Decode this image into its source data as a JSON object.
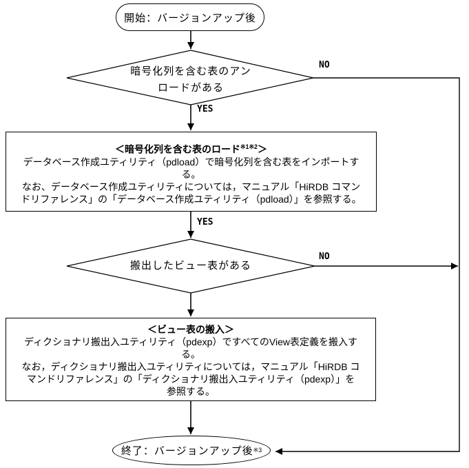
{
  "colors": {
    "line": "#000000",
    "background": "#ffffff",
    "box_border": "#000000"
  },
  "edge_labels": {
    "yes": "YES",
    "no": "NO"
  },
  "start": {
    "label": "開始：バージョンアップ後"
  },
  "decision1": {
    "line1": "暗号化列を含む表のアン",
    "line2": "ロードがある"
  },
  "process1": {
    "title_pre": "＜暗号化列を含む表のロード",
    "title_sup": "※1※2",
    "title_post": "＞",
    "lines": [
      "データベース作成ユティリティ（pdload）で暗号化列を含む表をインポートす",
      "る。",
      "なお、データベース作成ユティリティについては，マニュアル「HiRDB コマン",
      "ドリファレンス」の「データベース作成ユティリティ（pdload）」を参照する。"
    ]
  },
  "decision2": {
    "label": "搬出したビュー表がある"
  },
  "process2": {
    "title": "＜ビュー表の搬入＞",
    "lines": [
      "ディクショナリ搬出入ユティリティ（pdexp）ですべてのView表定義を搬入す",
      "る。",
      "なお，ディクショナリ搬出入ユティリティについては，マニュアル「HiRDB コ",
      "マンドリファレンス」の「ディクショナリ搬出入ユティリティ（pdexp）」を",
      "参照する。"
    ]
  },
  "end": {
    "label": "終了：バージョンアップ後",
    "sup": "※3"
  }
}
